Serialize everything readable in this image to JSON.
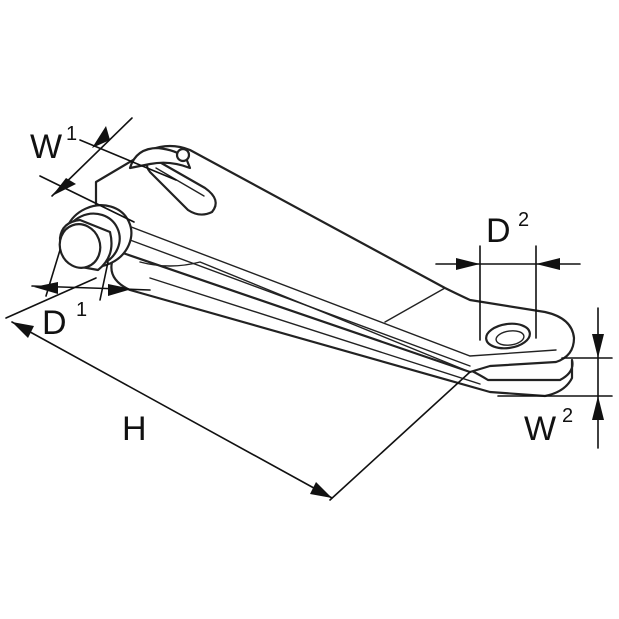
{
  "labels": {
    "w1": {
      "main": "W",
      "sup": "1"
    },
    "d1": {
      "main": "D",
      "sup": "1"
    },
    "h": {
      "main": "H"
    },
    "d2": {
      "main": "D",
      "sup": "2"
    },
    "w2": {
      "main": "W",
      "sup": "2"
    }
  },
  "colors": {
    "line": "#222222",
    "background": "#ffffff"
  }
}
